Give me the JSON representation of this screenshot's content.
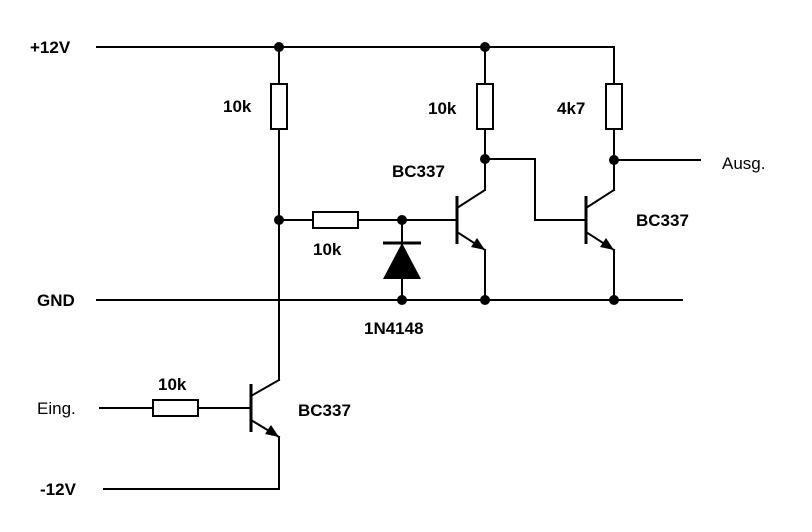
{
  "rails": {
    "pos": "+12V",
    "gnd": "GND",
    "neg": "-12V"
  },
  "io": {
    "input": "Eing.",
    "output": "Ausg."
  },
  "components": {
    "r1": "10k",
    "r2": "10k",
    "r3": "10k",
    "r4": "4k7",
    "r5": "10k",
    "q1": "BC337",
    "q2": "BC337",
    "q3": "BC337",
    "d1": "1N4148"
  }
}
